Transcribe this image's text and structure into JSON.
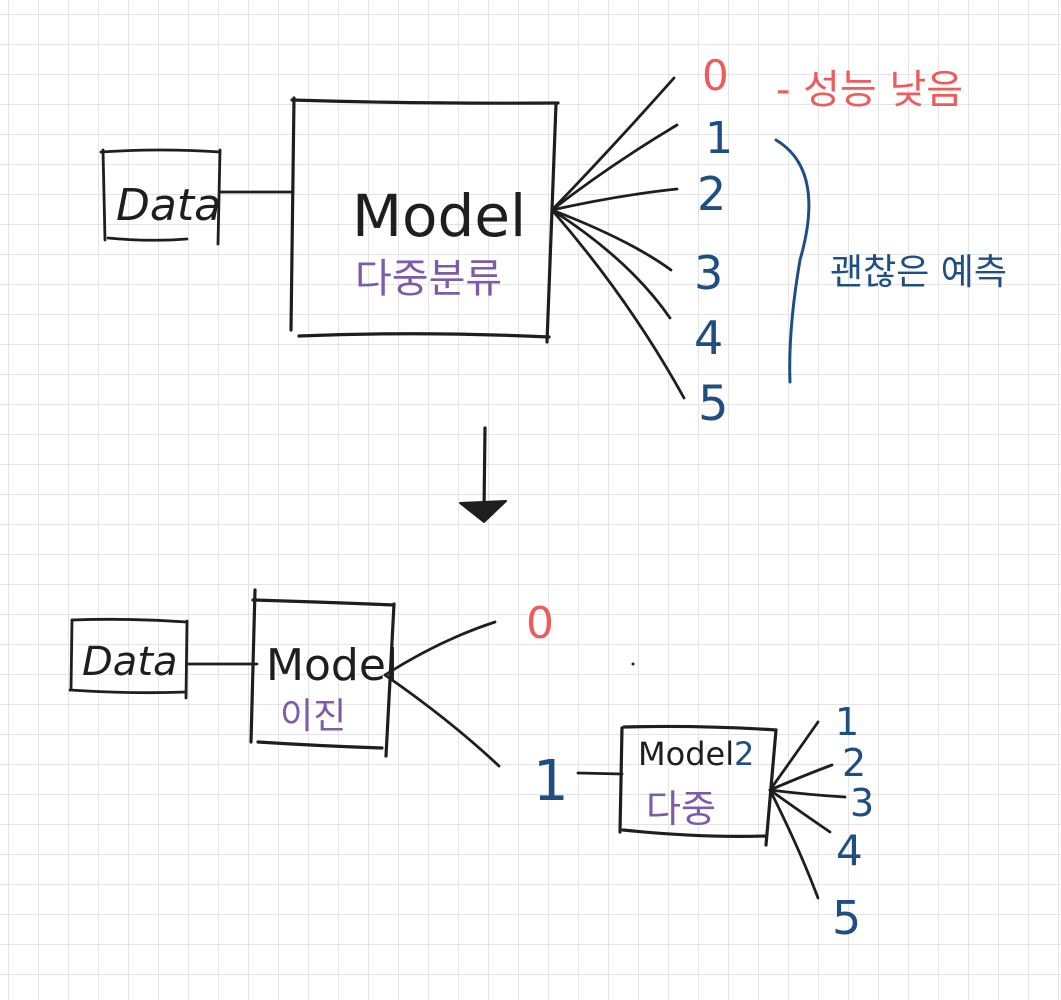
{
  "colors": {
    "ink": "#1e1e1e",
    "blue": "#1f4f82",
    "red": "#ec5c5c",
    "purple": "#7d5ba8"
  },
  "top": {
    "data_label": "Data",
    "model_label": "Model",
    "model_sub": "다중분류",
    "outputs": [
      "0",
      "1",
      "2",
      "3",
      "4",
      "5"
    ],
    "note_zero": "- 성능 낮음",
    "note_rest": "괜찮은 예측"
  },
  "bottom": {
    "data_label": "Data",
    "model_label": "Model",
    "model_sub": "이진",
    "out_zero": "0",
    "out_one": "1",
    "model2_label": "Model",
    "model2_num": "2",
    "model2_sub": "다중",
    "model2_outputs": [
      "1",
      "2",
      "3",
      "4",
      "5"
    ]
  }
}
